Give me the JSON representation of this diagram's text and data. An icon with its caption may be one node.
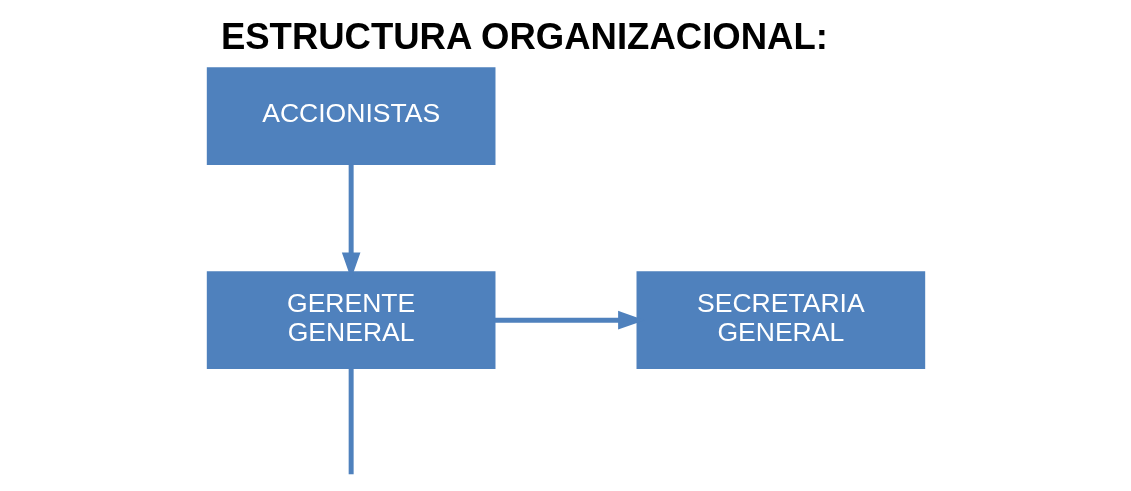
{
  "diagram": {
    "title": "ESTRUCTURA ORGANIZACIONAL:",
    "nodes": [
      {
        "text": [
          "ACCIONISTAS"
        ]
      },
      {
        "text": [
          "GERENTE GENERAL"
        ]
      },
      {
        "text": [
          "SECRETARIA GENERAL"
        ]
      }
    ],
    "edges": [
      {
        "from": 0,
        "to": 1,
        "arrow": "to"
      },
      {
        "from": 1,
        "to": 2,
        "arrow": "to"
      },
      {
        "from": 1,
        "to": null,
        "arrow": "none"
      }
    ]
  }
}
